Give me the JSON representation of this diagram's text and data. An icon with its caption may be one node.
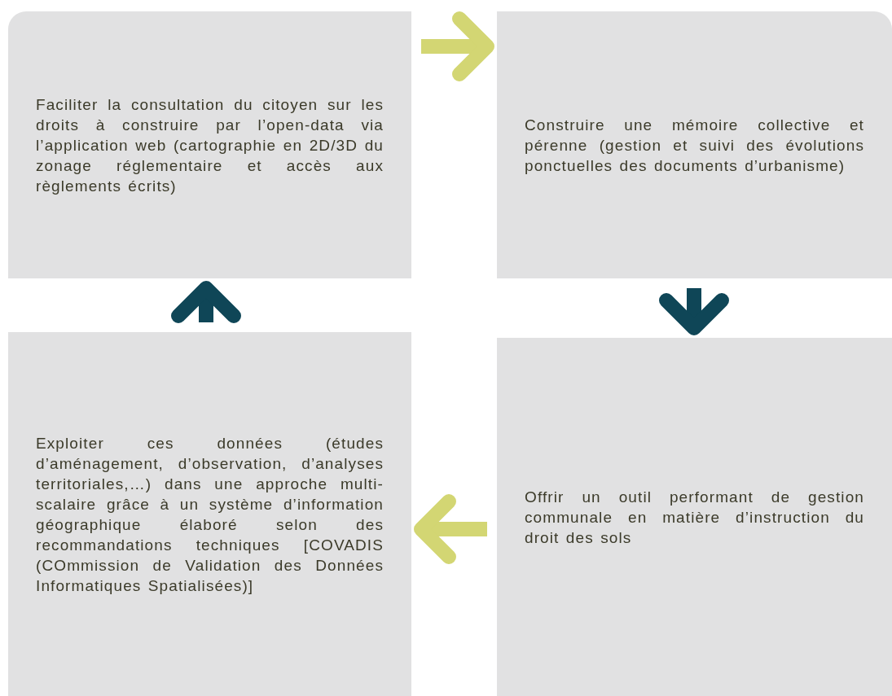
{
  "diagram": {
    "nodes": [
      {
        "text": [
          "Faciliter la consultation du citoyen sur les droits à construire par l’open-data via l’application web (cartographie en 2D/3D du zonage réglementaire et accès aux règlements écrits)"
        ]
      },
      {
        "text": [
          "Construire une mémoire collective et pérenne (gestion et suivi des évolutions ponctuelles des documents d’urbanisme)"
        ]
      },
      {
        "text": [
          "Exploiter ces données (études d’aménagement, d’observation, d’analyses territoriales,…) dans une approche multi-scalaire grâce à un système d’information géographique élaboré selon des recommandations techniques [COVADIS (COmmission de Validation des Données Informatiques Spatialisées)]"
        ]
      },
      {
        "text": [
          "Offrir un outil performant de gestion communale en matière d’instruction du droit des sols"
        ]
      }
    ],
    "edges": [
      {
        "from": 0,
        "to": 1,
        "arrow": "to",
        "color": "#d3d673"
      },
      {
        "from": 1,
        "to": 3,
        "arrow": "to",
        "color": "#0f4657"
      },
      {
        "from": 3,
        "to": 2,
        "arrow": "to",
        "color": "#d3d673"
      },
      {
        "from": 2,
        "to": 0,
        "arrow": "to",
        "color": "#0f4657"
      }
    ]
  }
}
